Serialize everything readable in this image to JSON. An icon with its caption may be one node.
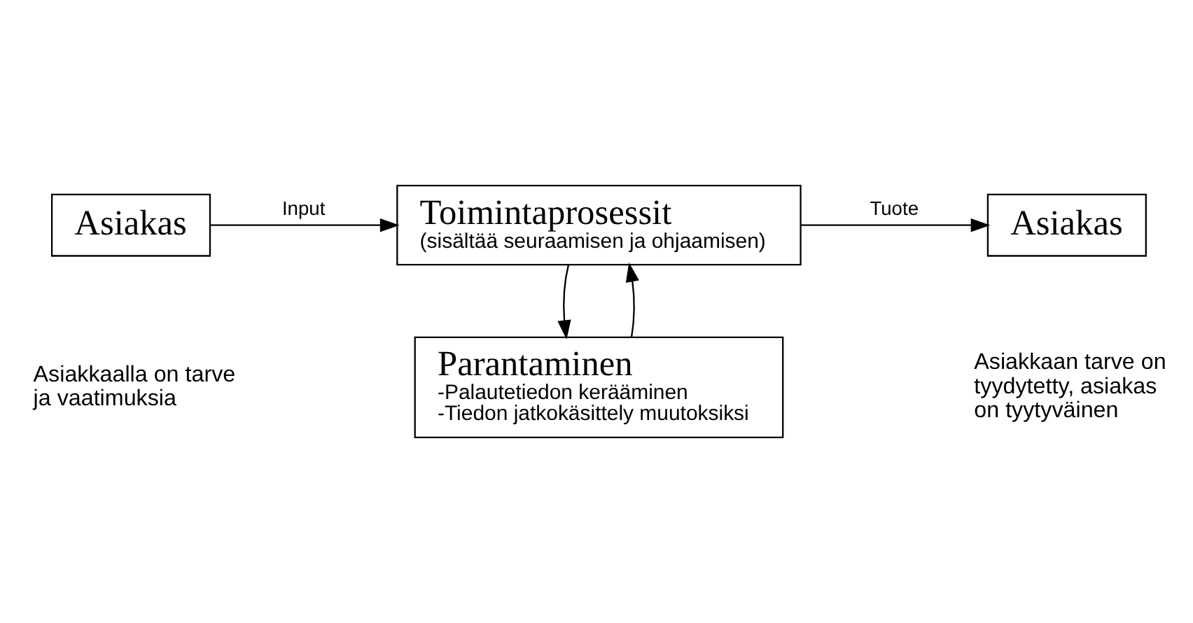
{
  "diagram": {
    "nodes": [
      {
        "text": [
          "Asiakas"
        ]
      },
      {
        "text": [
          "Toimintaprosessit",
          "(sisältää seuraamisen ja ohjaamisen)"
        ]
      },
      {
        "text": [
          "Asiakas"
        ]
      },
      {
        "text": [
          "Parantaminen",
          "-Palautetiedon kerääminen",
          "-Tiedon jatkokäsittely muutoksiksi"
        ]
      }
    ],
    "labels": [
      "Asiakkaalla on tarve ja vaatimuksia",
      "Asiakkaan tarve on tyydytetty, asiakas on tyytyväinen"
    ],
    "edges": [
      {
        "from": 0,
        "to": 1,
        "arrow": "to",
        "label": "Input"
      },
      {
        "from": 1,
        "to": 2,
        "arrow": "to",
        "label": "Tuote"
      },
      {
        "from": 1,
        "to": 3,
        "arrow": "to"
      },
      {
        "from": 3,
        "to": 1,
        "arrow": "to"
      }
    ]
  }
}
